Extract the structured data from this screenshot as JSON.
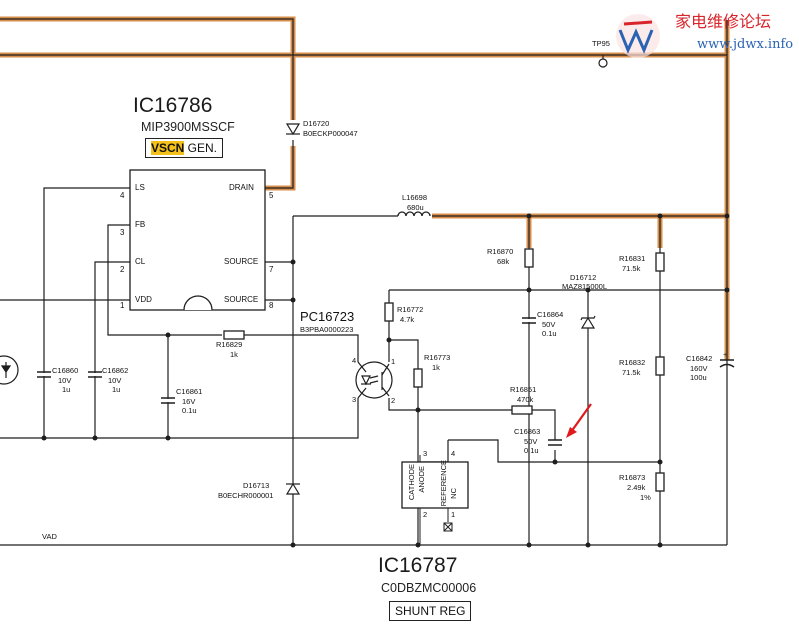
{
  "colors": {
    "wire": "#1e1e1e",
    "highlight": "#d07a2a",
    "label_bg": "#f4c11a",
    "watermark_red": "#d8252b",
    "watermark_blue": "#2a63b3"
  },
  "watermark": {
    "line1": "家电维修论坛",
    "line2": "www.jdwx.info"
  },
  "ic1": {
    "ref": "IC16786",
    "part": "MIP3900MSSCF",
    "func_hl": "VSCN",
    "func_rest": " GEN.",
    "pins": {
      "ls": "LS",
      "fb": "FB",
      "cl": "CL",
      "vdd": "VDD",
      "drain": "DRAIN",
      "source1": "SOURCE",
      "source2": "SOURCE"
    },
    "pin_nums": {
      "ls": "4",
      "fb": "3",
      "cl": "2",
      "vdd": "1",
      "drain": "5",
      "source1": "7",
      "source2": "8"
    }
  },
  "ic2": {
    "ref": "IC16787",
    "part": "C0DBZMC00006",
    "func": "SHUNT REG",
    "pins": {
      "cathode": "CATHODE",
      "anode": "ANODE",
      "reference": "REFERENCE",
      "nc": "NC"
    },
    "pin_nums": {
      "cathode": "3",
      "anode": "2",
      "reference": "4",
      "nc": "1"
    }
  },
  "optocoupler": {
    "ref": "PC16723",
    "part": "B3PBA0000223",
    "pin_nums": {
      "p1": "1",
      "p2": "2",
      "p3": "3",
      "p4": "4"
    }
  },
  "components": {
    "d16720": {
      "ref": "D16720",
      "part": "B0ECKP000047"
    },
    "l16698": {
      "ref": "L16698",
      "value": "680u"
    },
    "r16870": {
      "ref": "R16870",
      "value": "68k"
    },
    "d16712": {
      "ref": "D16712",
      "part": "MAZ815000L"
    },
    "r16831": {
      "ref": "R16831",
      "value": "71.5k"
    },
    "r16772": {
      "ref": "R16772",
      "value": "4.7k"
    },
    "c16864": {
      "ref": "C16864",
      "v": "50V",
      "c": "0.1u"
    },
    "r16773": {
      "ref": "R16773",
      "value": "1k"
    },
    "r16832": {
      "ref": "R16832",
      "value": "71.5k"
    },
    "c16842": {
      "ref": "C16842",
      "v": "160V",
      "c": "100u"
    },
    "r16851": {
      "ref": "R16851",
      "value": "470k"
    },
    "c16863": {
      "ref": "C16863",
      "v": "50V",
      "c": "0.1u"
    },
    "r16873": {
      "ref": "R16873",
      "value": "2.49k",
      "tol": "1%"
    },
    "r16829": {
      "ref": "R16829",
      "value": "1k"
    },
    "c16860": {
      "ref": "C16860",
      "v": "10V",
      "c": "1u"
    },
    "c16862": {
      "ref": "C16862",
      "v": "10V",
      "c": "1u"
    },
    "c16861": {
      "ref": "C16861",
      "v": "16V",
      "c": "0.1u"
    },
    "d16713": {
      "ref": "D16713",
      "part": "B0ECHR000001"
    }
  },
  "nets": {
    "tp95": "TP95",
    "vscn": "VSCN",
    "vad": "VAD"
  }
}
